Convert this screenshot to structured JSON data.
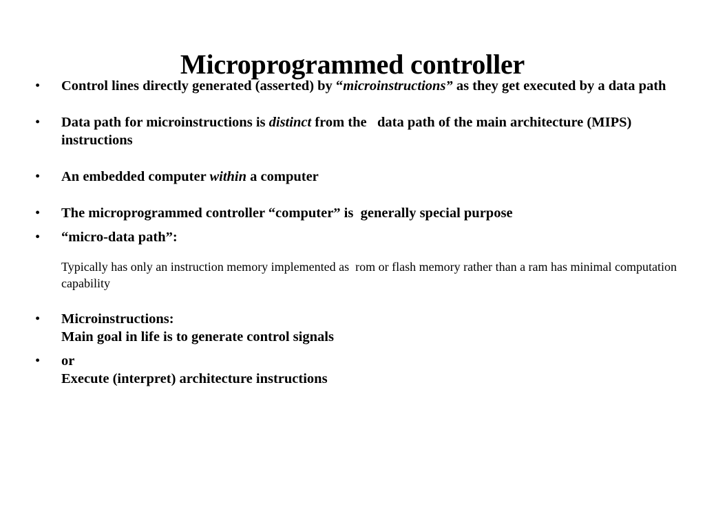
{
  "slide": {
    "title": "Microprogrammed controller",
    "background_color": "#ffffff",
    "text_color": "#000000",
    "bullet_glyph": "•",
    "blocks": [
      {
        "kind": "bullet",
        "name": "bullet-control-lines",
        "runs": [
          {
            "text": "Control lines directly generated (asserted) by “",
            "style": "bold"
          },
          {
            "text": "microinstructions”",
            "style": "bold-italic"
          },
          {
            "text": " as they get executed by a data path",
            "style": "bold"
          }
        ]
      },
      {
        "kind": "bullet",
        "name": "bullet-data-path",
        "runs": [
          {
            "text": "Data path for microinstructions is ",
            "style": "bold"
          },
          {
            "text": "distinct",
            "style": "bold-italic"
          },
          {
            "text": " from the   data path of the main architecture (MIPS) instructions",
            "style": "bold"
          }
        ]
      },
      {
        "kind": "bullet",
        "name": "bullet-embedded-computer",
        "runs": [
          {
            "text": "An embedded computer ",
            "style": "bold"
          },
          {
            "text": "within",
            "style": "bold-italic"
          },
          {
            "text": " a computer",
            "style": "bold"
          }
        ]
      },
      {
        "kind": "bullet",
        "name": "bullet-special-purpose",
        "runs": [
          {
            "text": "The microprogrammed controller “computer” is  generally special purpose",
            "style": "bold"
          }
        ]
      },
      {
        "kind": "bullet",
        "name": "bullet-micro-data-path",
        "runs": [
          {
            "text": "“micro-data path”:",
            "style": "bold"
          }
        ]
      },
      {
        "kind": "subparagraph",
        "name": "subparagraph-instruction-memory",
        "runs": [
          {
            "text": "Typically has only an instruction memory implemented as  rom or flash memory rather than a ram has minimal computation capability",
            "style": "regular"
          }
        ]
      },
      {
        "kind": "bullet",
        "name": "bullet-microinstructions-goal",
        "runs": [
          {
            "text": "Microinstructions:\nMain goal in life is to generate control signals",
            "style": "bold"
          }
        ]
      },
      {
        "kind": "bullet",
        "name": "bullet-or-execute",
        "runs": [
          {
            "text": "or\nExecute (interpret) architecture instructions",
            "style": "bold"
          }
        ]
      }
    ]
  }
}
